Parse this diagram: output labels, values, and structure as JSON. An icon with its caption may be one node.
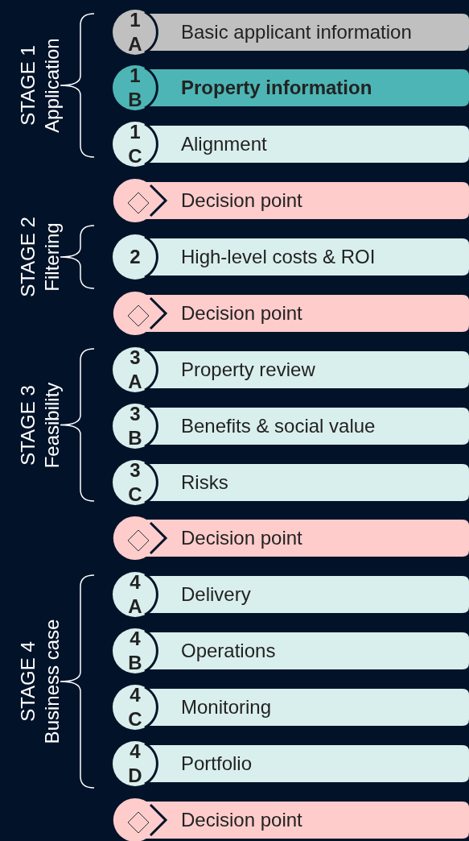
{
  "diagram": {
    "nodes": [
      {
        "text": [
          "1 A",
          "Basic applicant information"
        ]
      },
      {
        "text": [
          "1 B",
          "Property information"
        ]
      },
      {
        "text": [
          "1 C",
          "Alignment"
        ]
      },
      {
        "text": [
          "Decision point"
        ]
      },
      {
        "text": [
          "2",
          "High-level costs & ROI"
        ]
      },
      {
        "text": [
          "Decision point"
        ]
      },
      {
        "text": [
          "3 A",
          "Property review"
        ]
      },
      {
        "text": [
          "3 B",
          "Benefits & social value"
        ]
      },
      {
        "text": [
          "3 C",
          "Risks"
        ]
      },
      {
        "text": [
          "Decision point"
        ]
      },
      {
        "text": [
          "4 A",
          "Delivery"
        ]
      },
      {
        "text": [
          "4 B",
          "Operations"
        ]
      },
      {
        "text": [
          "4 C",
          "Monitoring"
        ]
      },
      {
        "text": [
          "4 D",
          "Portfolio"
        ]
      },
      {
        "text": [
          "Decision point"
        ]
      }
    ],
    "labels": [
      "STAGE 1",
      "Application",
      "STAGE 2",
      "Filtering",
      "STAGE 3",
      "Feasibility",
      "STAGE 4",
      "Business case"
    ]
  }
}
